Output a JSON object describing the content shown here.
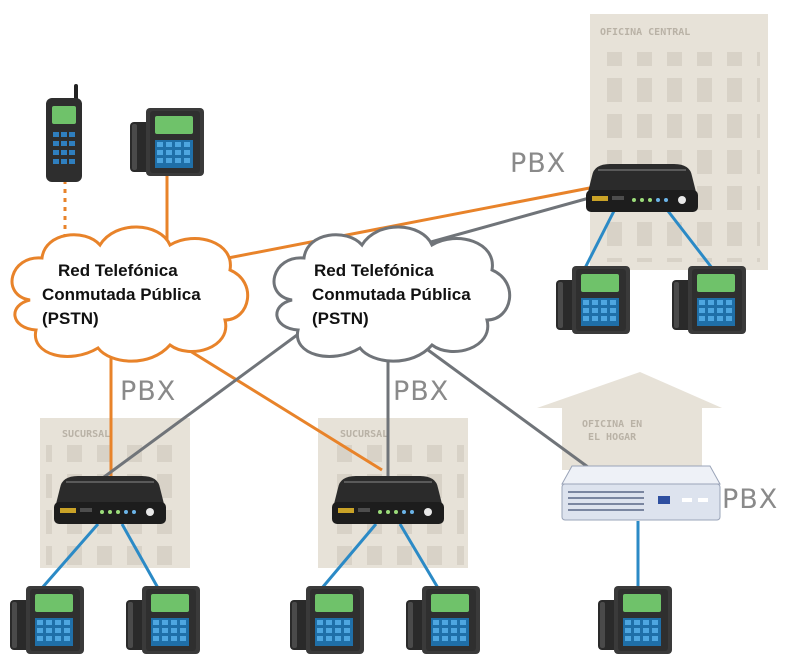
{
  "clouds": {
    "orange": {
      "line1": "Red Telefónica",
      "line2": "Conmutada Pública",
      "line3": "(PSTN)"
    },
    "gray": {
      "line1": "Red Telefónica",
      "line2": "Conmutada Pública",
      "line3": "(PSTN)"
    }
  },
  "buildings": {
    "central": "OFICINA CENTRAL",
    "branch_left": "SUCURSAL",
    "branch_mid": "SUCURSAL",
    "home_line1": "OFICINA EN",
    "home_line2": "EL HOGAR"
  },
  "pbx_labels": {
    "central": "PBX",
    "branch_left": "PBX",
    "branch_mid": "PBX",
    "home": "PBX"
  },
  "colors": {
    "pstn_orange": "#e8832a",
    "pstn_gray": "#707479",
    "lan_blue": "#2b8ac6",
    "building": "#e6e1d8"
  }
}
